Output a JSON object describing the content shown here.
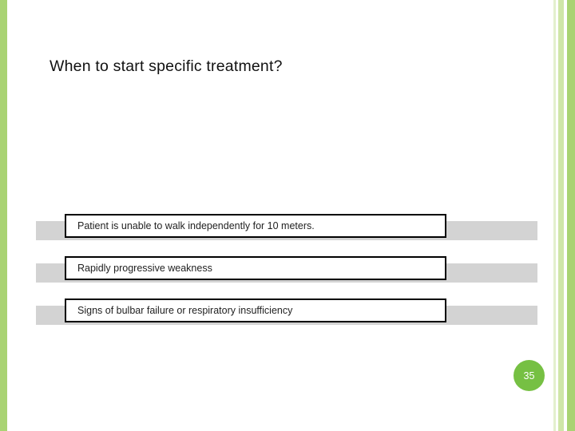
{
  "slide": {
    "title": "When to start specific treatment?",
    "bullets": [
      {
        "text": "Patient is unable to walk independently for 10 meters."
      },
      {
        "text": "Rapidly progressive weakness"
      },
      {
        "text": "Signs of bulbar failure or respiratory insufficiency"
      }
    ],
    "page_number": "35",
    "colors": {
      "accent_band": "#a9d373",
      "accent_band_light": "#cfe6a8",
      "badge": "#76c043",
      "shadow_bar": "#d3d3d3",
      "box_border": "#000000",
      "text": "#222222"
    }
  }
}
